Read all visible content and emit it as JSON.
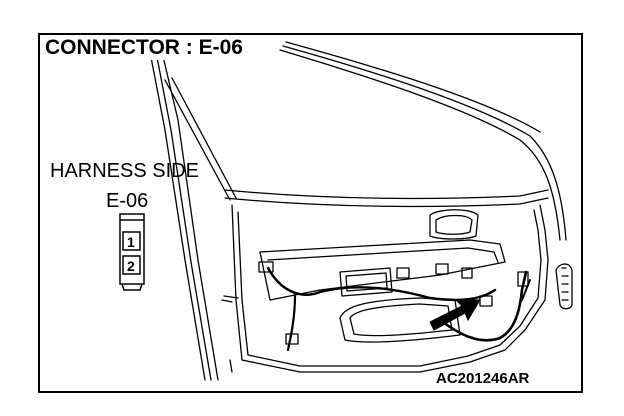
{
  "diagram": {
    "title": "CONNECTOR : E-06",
    "harness_side_label": "HARNESS SIDE",
    "harness_connector_code": "E-06",
    "pins": [
      "1",
      "2"
    ],
    "figure_code": "AC201246AR",
    "colors": {
      "line": "#000000",
      "background": "#ffffff"
    }
  }
}
